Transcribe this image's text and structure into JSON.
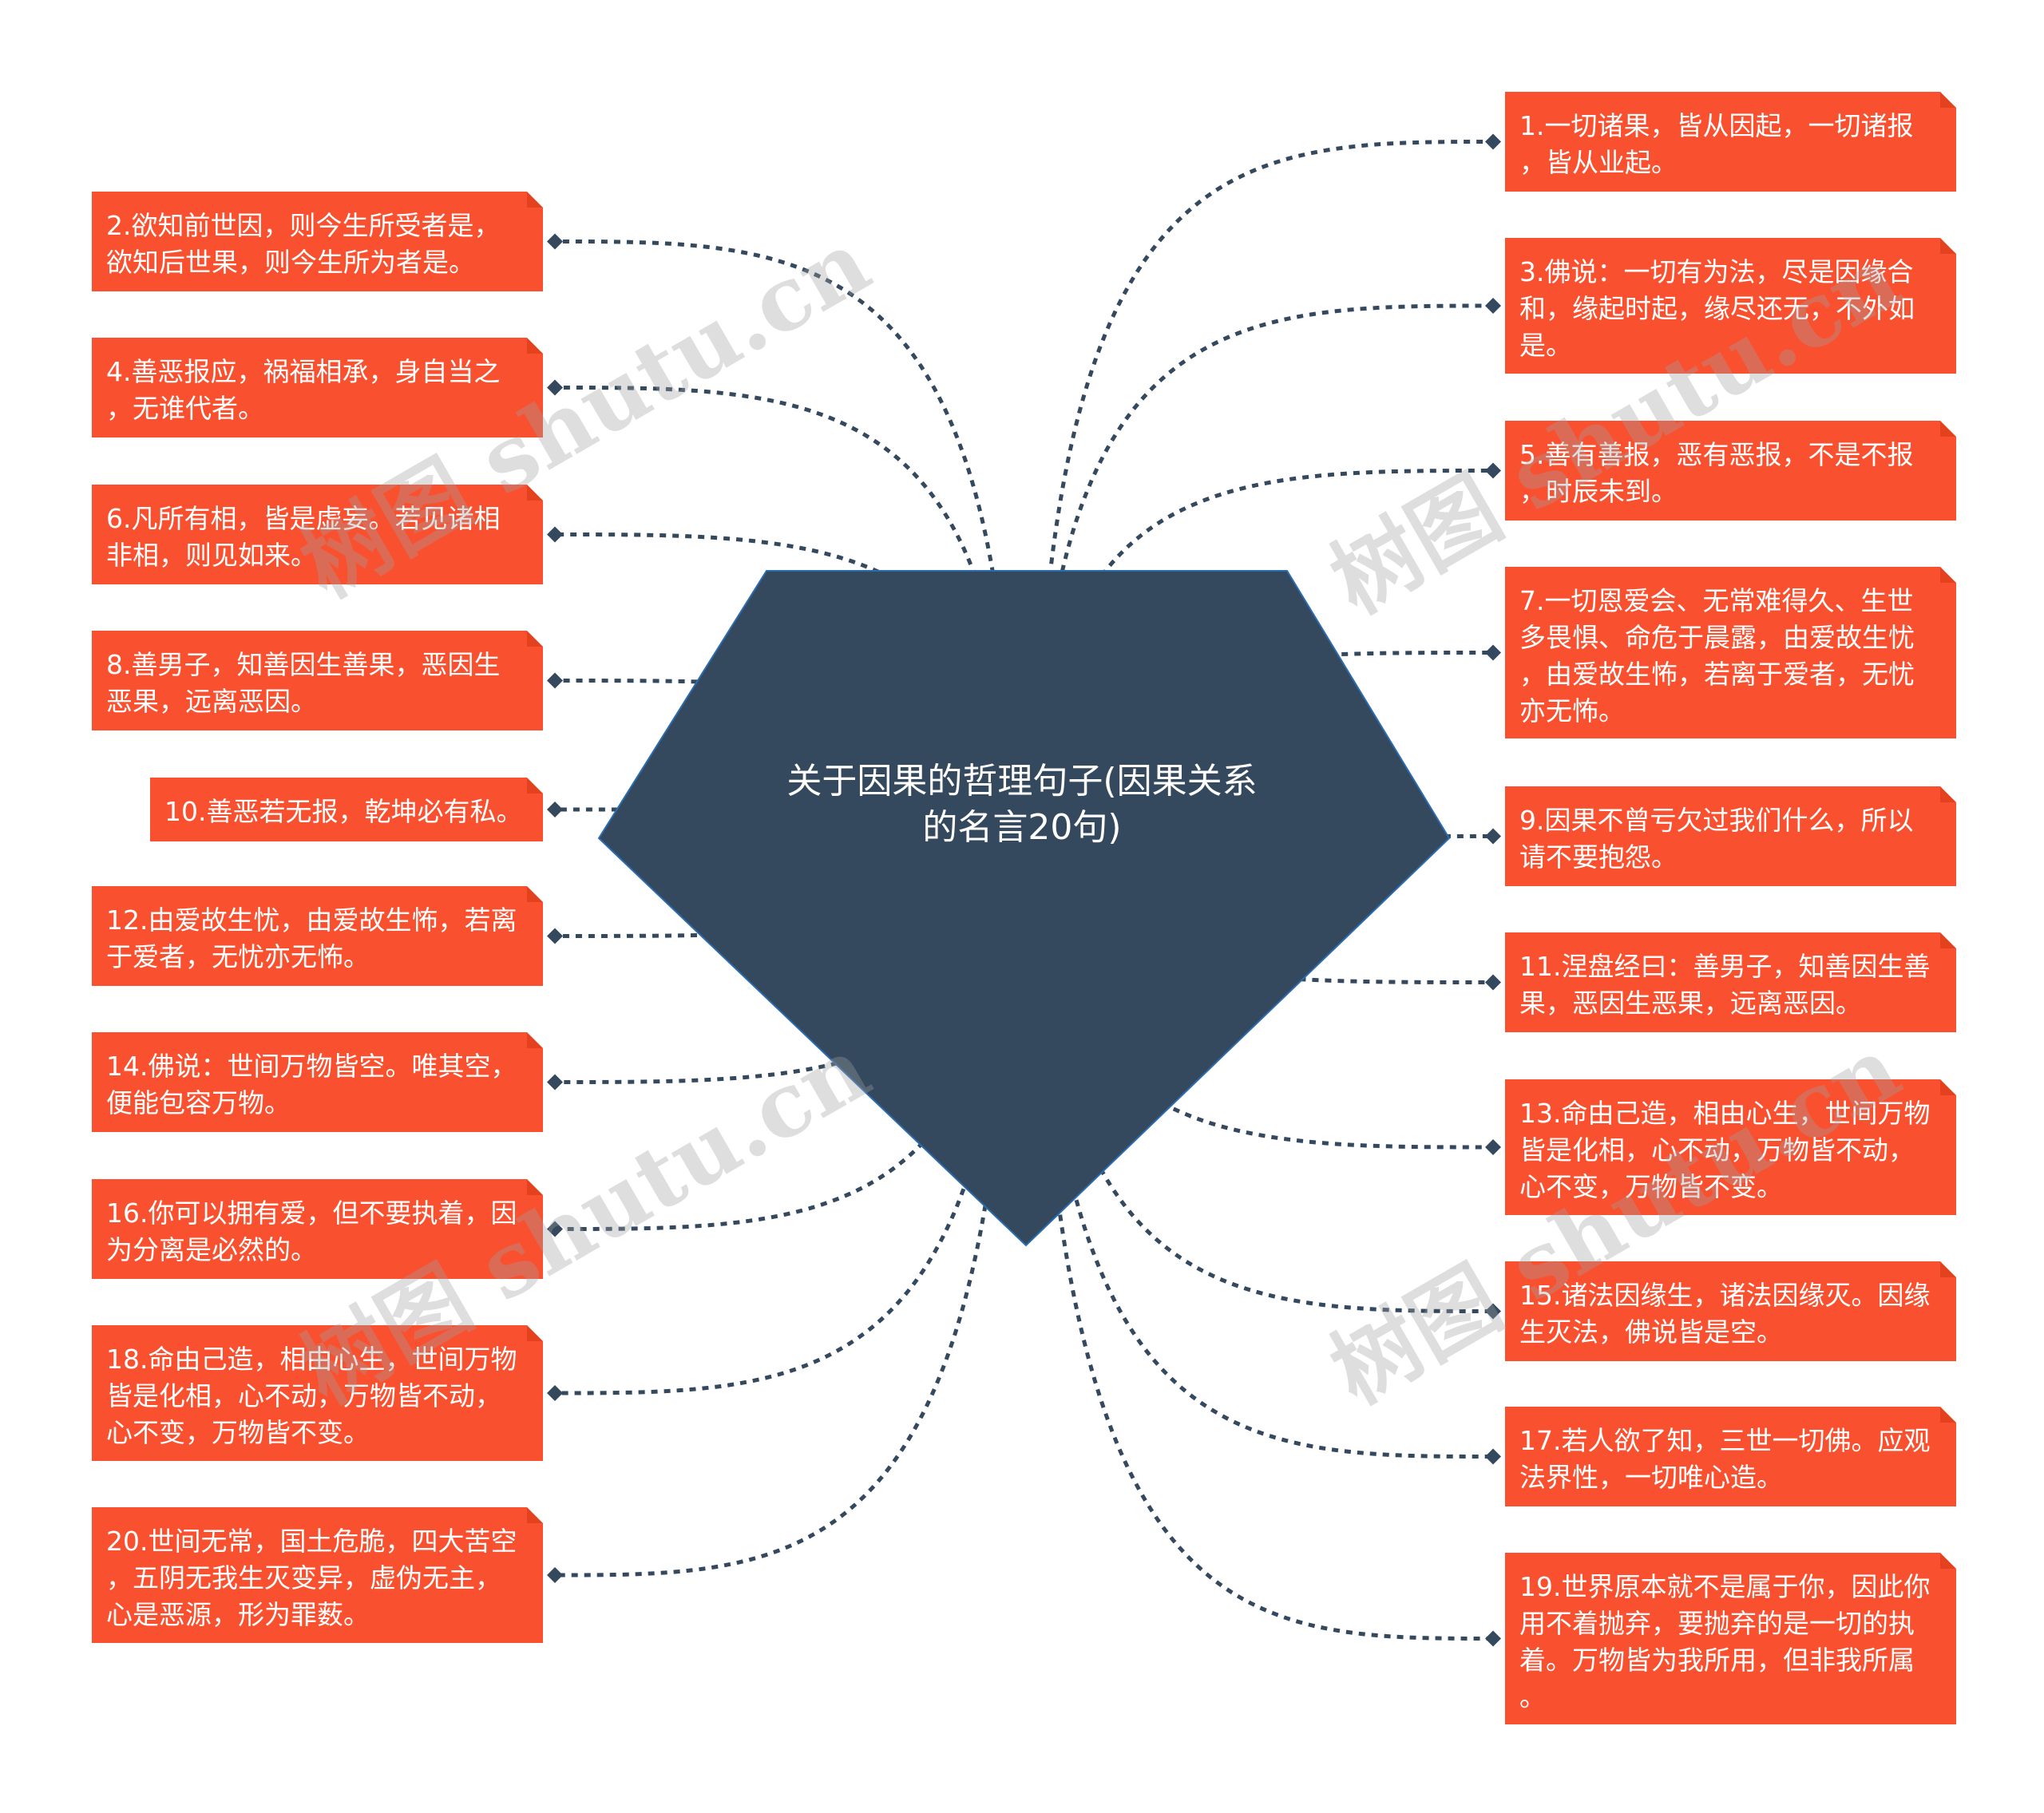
{
  "center": {
    "title": "关于因果的哲理句子(因果关系的名言20句)"
  },
  "watermark": "树图 shutu.cn",
  "colors": {
    "node": "#f95130",
    "center": "#34495e",
    "line": "#34495e"
  },
  "nodes": [
    {
      "id": 1,
      "text": "1.一切诸果，皆从因起，一切诸报\n，皆从业起。"
    },
    {
      "id": 2,
      "text": "2.欲知前世因，则今生所受者是，\n欲知后世果，则今生所为者是。"
    },
    {
      "id": 3,
      "text": "3.佛说：一切有为法，尽是因缘合\n和，缘起时起，缘尽还无，不外如\n是。"
    },
    {
      "id": 4,
      "text": "4.善恶报应，祸福相承，身自当之\n，无谁代者。"
    },
    {
      "id": 5,
      "text": "5.善有善报，恶有恶报，不是不报\n，时辰未到。"
    },
    {
      "id": 6,
      "text": "6.凡所有相，皆是虚妄。若见诸相\n非相，则见如来。"
    },
    {
      "id": 7,
      "text": "7.一切恩爱会、无常难得久、生世\n多畏惧、命危于晨露，由爱故生忧\n，由爱故生怖，若离于爱者，无忧\n亦无怖。"
    },
    {
      "id": 8,
      "text": "8.善男子，知善因生善果，恶因生\n恶果，远离恶因。"
    },
    {
      "id": 9,
      "text": "9.因果不曾亏欠过我们什么，所以\n请不要抱怨。"
    },
    {
      "id": 10,
      "text": "10.善恶若无报，乾坤必有私。"
    },
    {
      "id": 11,
      "text": "11.涅盘经曰：善男子，知善因生善\n果，恶因生恶果，远离恶因。"
    },
    {
      "id": 12,
      "text": "12.由爱故生忧，由爱故生怖，若离\n于爱者，无忧亦无怖。"
    },
    {
      "id": 13,
      "text": "13.命由己造，相由心生，世间万物\n皆是化相，心不动，万物皆不动，\n心不变，万物皆不变。"
    },
    {
      "id": 14,
      "text": "14.佛说：世间万物皆空。唯其空，\n便能包容万物。"
    },
    {
      "id": 15,
      "text": "15.诸法因缘生，诸法因缘灭。因缘\n生灭法，佛说皆是空。"
    },
    {
      "id": 16,
      "text": "16.你可以拥有爱，但不要执着，因\n为分离是必然的。"
    },
    {
      "id": 17,
      "text": "17.若人欲了知，三世一切佛。应观\n法界性，一切唯心造。"
    },
    {
      "id": 18,
      "text": "18.命由己造，相由心生，世间万物\n皆是化相，心不动，万物皆不动，\n心不变，万物皆不变。"
    },
    {
      "id": 19,
      "text": "19.世界原本就不是属于你，因此你\n用不着抛弃，要抛弃的是一切的执\n着。万物皆为我所用，但非我所属\n。"
    },
    {
      "id": 20,
      "text": "20.世间无常，国土危脆，四大苦空\n，五阴无我生灭变异，虚伪无主，\n心是恶源，形为罪薮。"
    }
  ]
}
